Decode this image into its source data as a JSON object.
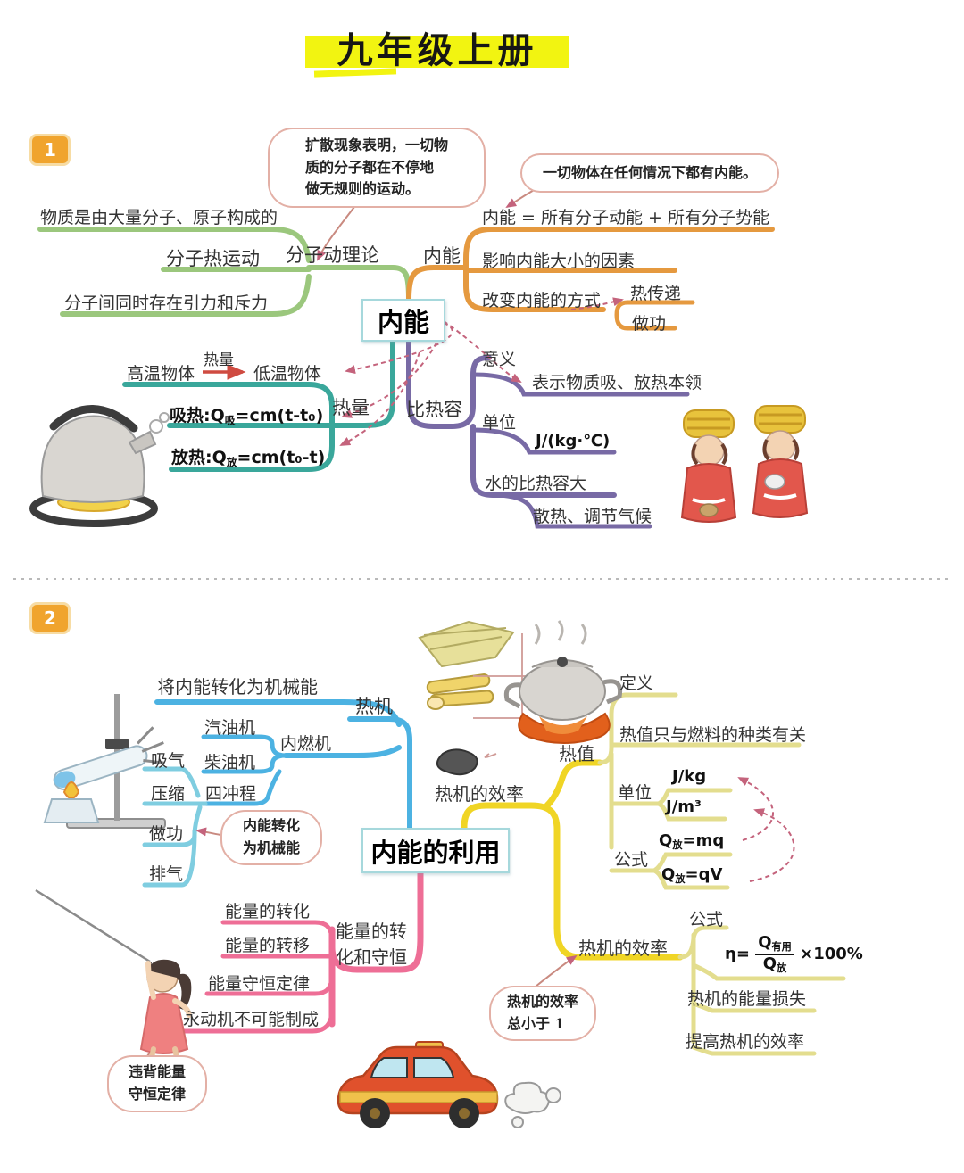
{
  "title": "九年级上册",
  "map1": {
    "badge": "1",
    "center": "内能",
    "callouts": {
      "diffusion": "扩散现象表明，一切物\n质的分子都在不停地\n做无规则的运动。",
      "allbodies": "一切物体在任何情况下都有内能。"
    },
    "molecular": {
      "constitute": "物质是由大量分子、原子构成的",
      "thermal_motion": "分子热运动",
      "theory": "分子动理论",
      "forces": "分子间同时存在引力和斥力"
    },
    "neng": {
      "label": "内能",
      "equation": "内能 = 所有分子动能 + 所有分子势能",
      "factors": "影响内能大小的因素",
      "change": "改变内能的方式",
      "heat_transfer": "热传递",
      "work": "做功"
    },
    "heat": {
      "label": "热量",
      "high": "高温物体",
      "arrow_label": "热量",
      "low": "低温物体",
      "absorb": {
        "prefix": "吸热:Q",
        "sub": "吸",
        "rest": "=cm(t-t₀)"
      },
      "release": {
        "prefix": "放热:Q",
        "sub": "放",
        "rest": "=cm(t₀-t)"
      }
    },
    "shc": {
      "label": "比热容",
      "meaning": "意义",
      "meaning_detail": "表示物质吸、放热本领",
      "unit": "单位",
      "unit_value": "J/(kg·℃)",
      "water": "水的比热容大",
      "water_detail": "散热、调节气候"
    }
  },
  "map2": {
    "badge": "2",
    "center": "内能的利用",
    "engine": {
      "label": "热机",
      "convert": "将内能转化为机械能",
      "gasoline": "汽油机",
      "internal": "内燃机",
      "diesel": "柴油机",
      "intake": "吸气",
      "compression": "压缩",
      "four_stroke": "四冲程",
      "power": "做功",
      "exhaust": "排气"
    },
    "callouts": {
      "convert": "内能转化\n为机械能",
      "violate": "违背能量\n守恒定律",
      "less_than_one": "热机的效率\n总小于 1"
    },
    "energy": {
      "label": "能量的转\n化和守恒",
      "transform": "能量的转化",
      "transfer": "能量的转移",
      "law": "能量守恒定律",
      "perpetual": "永动机不可能制成"
    },
    "efficiency_mid": "热机的效率",
    "calorific": {
      "label": "热值",
      "definition": "定义",
      "only_fuel": "热值只与燃料的种类有关",
      "unit": "单位",
      "unit1": "J/kg",
      "unit2": "J/m³",
      "formula": "公式",
      "f1": {
        "prefix": "Q",
        "sub": "放",
        "rest": "=mq"
      },
      "f2": {
        "prefix": "Q",
        "sub": "放",
        "rest": "=qV"
      }
    },
    "efficiency": {
      "label": "热机的效率",
      "formula": "公式",
      "eta": {
        "lhs": "η=",
        "num": "Q",
        "num_sub": "有用",
        "den": "Q",
        "den_sub": "放",
        "rhs": "×100%"
      },
      "loss": "热机的能量损失",
      "improve": "提高热机的效率"
    }
  }
}
